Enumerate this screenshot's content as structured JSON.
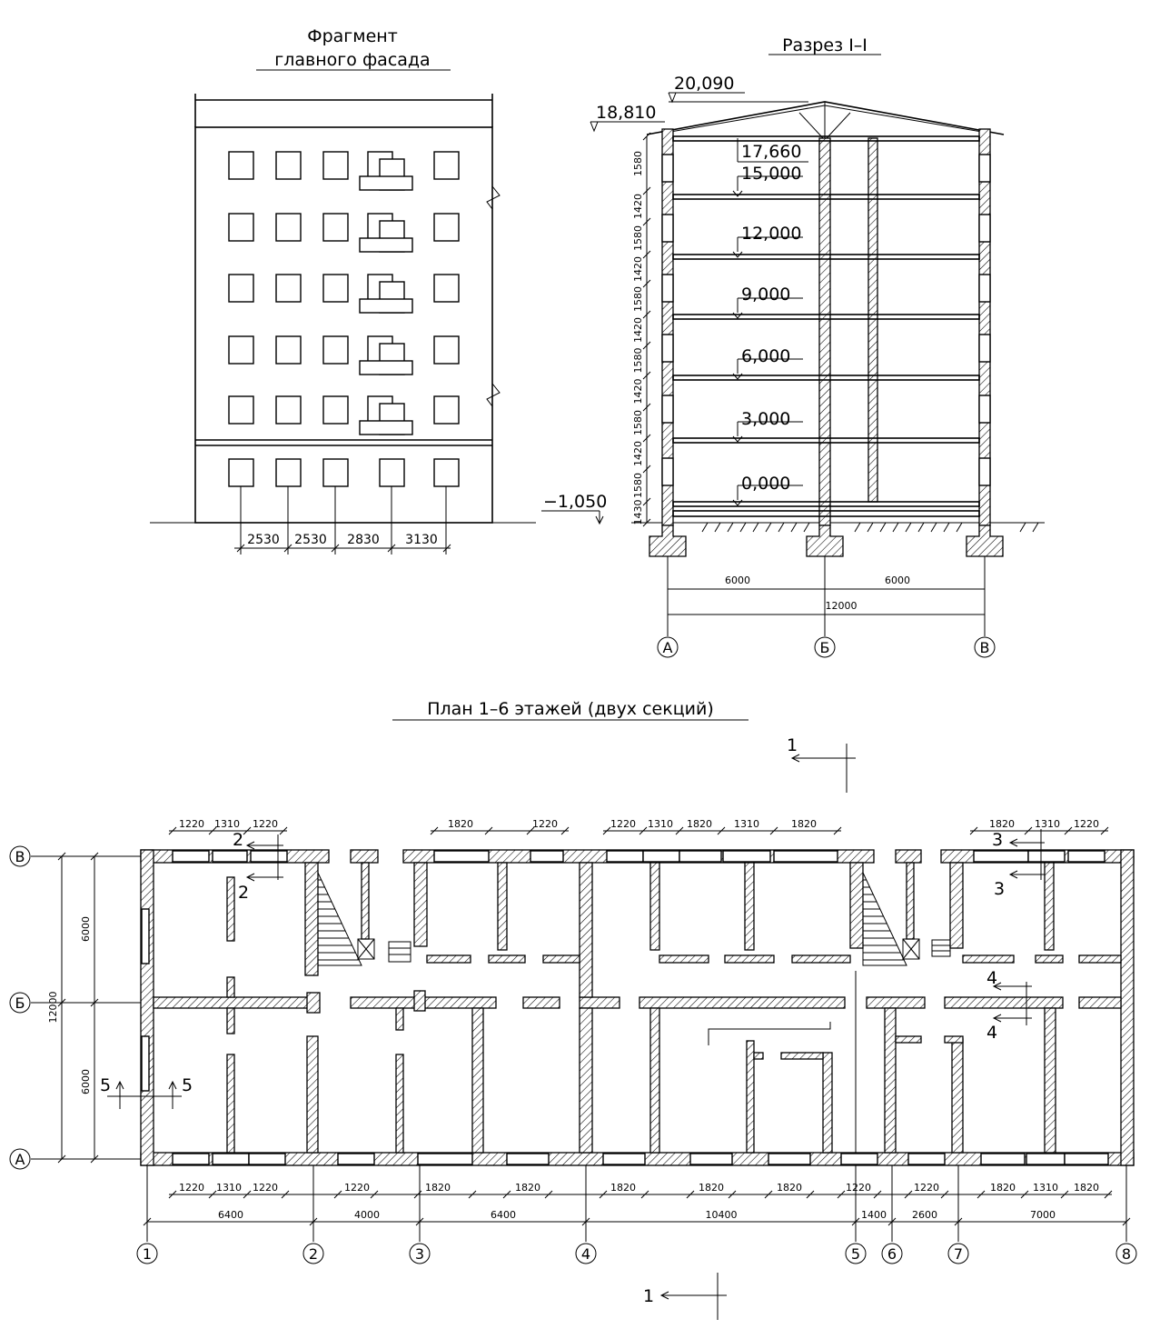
{
  "titles": {
    "facade_line1": "Фрагмент",
    "facade_line2": "главного фасада",
    "section": "Разрез I–I",
    "plan": "План 1–6 этажей (двух секций)"
  },
  "facade_dims": [
    "2530",
    "2530",
    "2830",
    "3130"
  ],
  "section": {
    "levels": [
      "20,090",
      "18,810",
      "17,660",
      "15,000",
      "12,000",
      "9,000",
      "6,000",
      "3,000",
      "0,000",
      "−1,050"
    ],
    "vertical_dims": [
      "1580",
      "1420",
      "1580",
      "1420",
      "1580",
      "1420",
      "1580",
      "1420",
      "1580",
      "1420",
      "1580",
      "1430"
    ],
    "bottom_dims": [
      "6000",
      "6000",
      "12000"
    ],
    "axes": [
      "А",
      "Б",
      "В"
    ]
  },
  "plan": {
    "row_axes": [
      "В",
      "Б",
      "А"
    ],
    "left_dims": [
      "6000",
      "12000",
      "6000"
    ],
    "col_axes": [
      "1",
      "2",
      "3",
      "4",
      "5",
      "6",
      "7",
      "8"
    ],
    "top_dims": [
      "1220",
      "1310",
      "1220",
      "1820",
      "1220",
      "1220",
      "1310",
      "1820",
      "1310",
      "1820",
      "1820",
      "1310",
      "1220"
    ],
    "bottom_window_dims": [
      "1220",
      "1310",
      "1220",
      "1220",
      "1820",
      "1820",
      "1820",
      "1820",
      "1820",
      "1220",
      "1220",
      "1820",
      "1310",
      "1820"
    ],
    "axis_dims": [
      "6400",
      "4000",
      "6400",
      "10400",
      "1400",
      "2600",
      "7000"
    ],
    "section_marks": [
      "1",
      "1",
      "2",
      "2",
      "3",
      "3",
      "4",
      "4",
      "5",
      "5"
    ]
  }
}
